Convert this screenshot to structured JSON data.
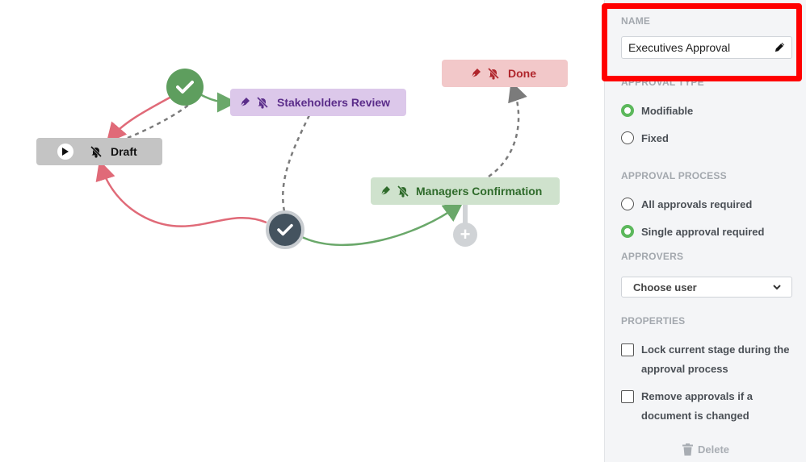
{
  "nodes": {
    "draft": "Draft",
    "stakeholders": "Stakeholders Review",
    "done": "Done",
    "managers": "Managers Confirmation"
  },
  "panel": {
    "name_label": "NAME",
    "name_value": "Executives Approval",
    "approval_type_label": "APPROVAL TYPE",
    "approval_type_options": [
      "Modifiable",
      "Fixed"
    ],
    "approval_type_selected": "Modifiable",
    "approval_process_label": "APPROVAL PROCESS",
    "approval_process_options": [
      "All approvals required",
      "Single approval required"
    ],
    "approval_process_selected": "Single approval required",
    "approvers_label": "APPROVERS",
    "approvers_select": "Choose user",
    "properties_label": "PROPERTIES",
    "prop_lock": [
      "Lock current stage during the",
      "approval process"
    ],
    "prop_remove": [
      "Remove approvals if a",
      "document is changed"
    ],
    "delete_label": "Delete"
  },
  "colors": {
    "accent_green": "#5cb85c",
    "highlight": "#ff0000",
    "edge_red": "#e06a78",
    "edge_green": "#6aa86a",
    "edge_dashed": "#7b7b7b"
  }
}
